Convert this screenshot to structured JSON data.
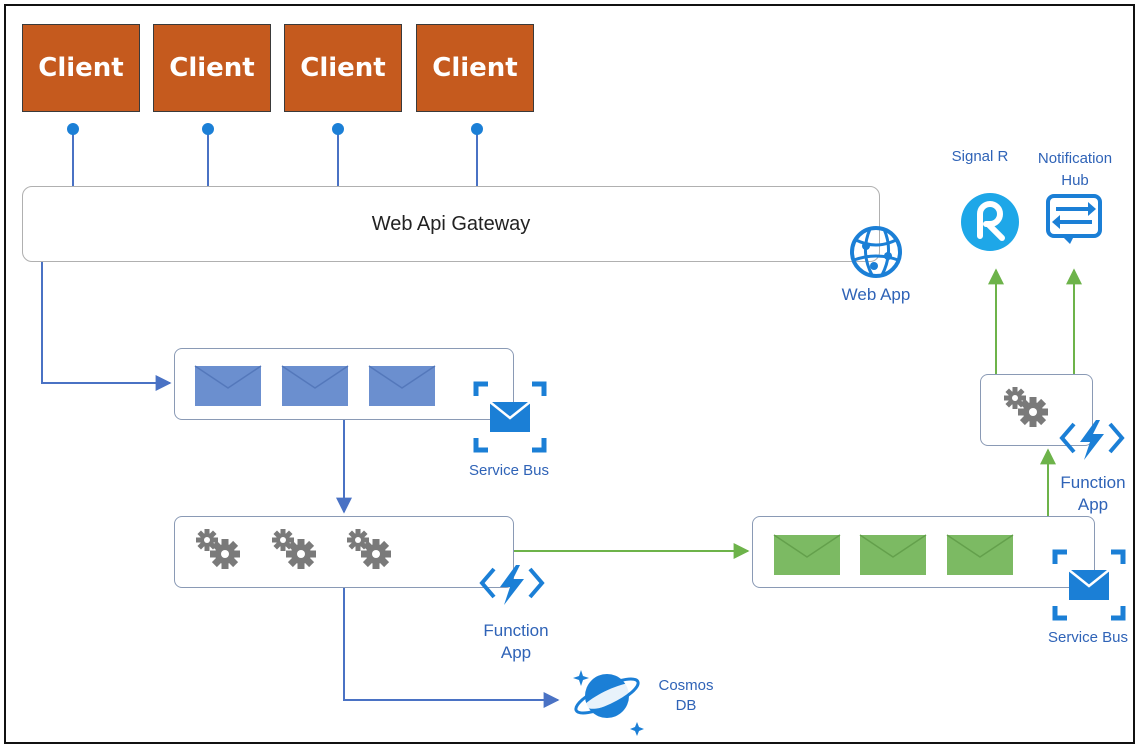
{
  "clients": [
    "Client",
    "Client",
    "Client",
    "Client"
  ],
  "gateway": {
    "label": "Web Api Gateway"
  },
  "web_app": {
    "label": "Web App"
  },
  "service_bus_top": {
    "label": "Service Bus"
  },
  "function_app_main": {
    "line1": "Function",
    "line2": "App"
  },
  "cosmos_db": {
    "line1": "Cosmos",
    "line2": "DB"
  },
  "service_bus_right": {
    "label": "Service Bus"
  },
  "function_app_right": {
    "line1": "Function",
    "line2": "App"
  },
  "signalr": {
    "label": "Signal R"
  },
  "notification_hub": {
    "line1": "Notification",
    "line2": "Hub"
  },
  "colors": {
    "client": "#c55a1e",
    "queue_blue": "#6b8fcf",
    "queue_green": "#7cba63",
    "arrow_blue": "#4a72c4",
    "arrow_green": "#6db34a",
    "azure_blue": "#1b7fd6",
    "gear_gray": "#7a7a7a"
  }
}
